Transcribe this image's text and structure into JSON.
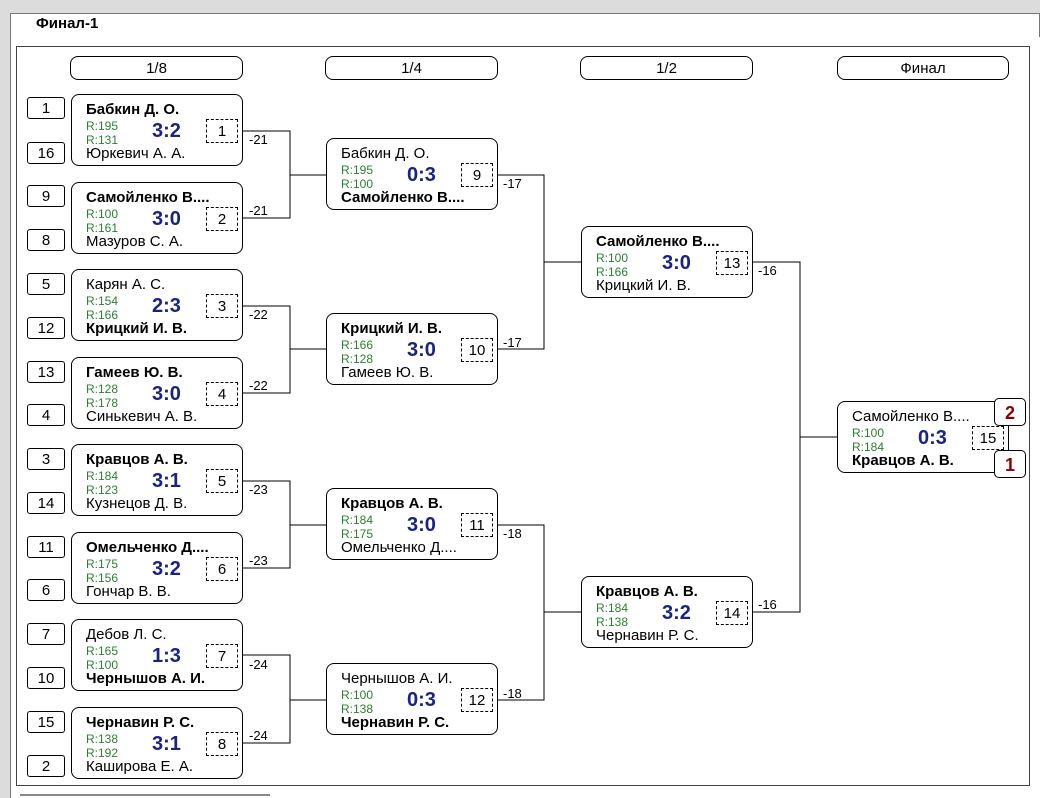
{
  "title": "Финал-1",
  "rounds": [
    "1/8",
    "1/4",
    "1/2",
    "Финал"
  ],
  "matches": [
    {
      "id": "m1",
      "p1": "Бабкин Д. О.",
      "p1_bold": true,
      "r1": "R:195",
      "r2": "R:131",
      "score": "3:2",
      "num": "1",
      "p2": "Юркевич А. А.",
      "p2_bold": false,
      "loss": "-21"
    },
    {
      "id": "m2",
      "p1": "Самойленко В....",
      "p1_bold": true,
      "r1": "R:100",
      "r2": "R:161",
      "score": "3:0",
      "num": "2",
      "p2": "Мазуров С. А.",
      "p2_bold": false,
      "loss": "-21"
    },
    {
      "id": "m3",
      "p1": "Карян А. С.",
      "p1_bold": false,
      "r1": "R:154",
      "r2": "R:166",
      "score": "2:3",
      "num": "3",
      "p2": "Крицкий И. В.",
      "p2_bold": true,
      "loss": "-22"
    },
    {
      "id": "m4",
      "p1": "Гамеев Ю. В.",
      "p1_bold": true,
      "r1": "R:128",
      "r2": "R:178",
      "score": "3:0",
      "num": "4",
      "p2": "Синькевич А. В.",
      "p2_bold": false,
      "loss": "-22"
    },
    {
      "id": "m5",
      "p1": "Кравцов А. В.",
      "p1_bold": true,
      "r1": "R:184",
      "r2": "R:123",
      "score": "3:1",
      "num": "5",
      "p2": "Кузнецов Д. В.",
      "p2_bold": false,
      "loss": "-23"
    },
    {
      "id": "m6",
      "p1": "Омельченко Д....",
      "p1_bold": true,
      "r1": "R:175",
      "r2": "R:156",
      "score": "3:2",
      "num": "6",
      "p2": "Гончар В. В.",
      "p2_bold": false,
      "loss": "-23"
    },
    {
      "id": "m7",
      "p1": "Дебов Л. С.",
      "p1_bold": false,
      "r1": "R:165",
      "r2": "R:100",
      "score": "1:3",
      "num": "7",
      "p2": "Чернышов А. И.",
      "p2_bold": true,
      "loss": "-24"
    },
    {
      "id": "m8",
      "p1": "Чернавин Р. С.",
      "p1_bold": true,
      "r1": "R:138",
      "r2": "R:192",
      "score": "3:1",
      "num": "8",
      "p2": "Каширова Е. А.",
      "p2_bold": false,
      "loss": "-24"
    },
    {
      "id": "m9",
      "p1": "Бабкин Д. О.",
      "p1_bold": false,
      "r1": "R:195",
      "r2": "R:100",
      "score": "0:3",
      "num": "9",
      "p2": "Самойленко В....",
      "p2_bold": true,
      "loss": "-17"
    },
    {
      "id": "m10",
      "p1": "Крицкий И. В.",
      "p1_bold": true,
      "r1": "R:166",
      "r2": "R:128",
      "score": "3:0",
      "num": "10",
      "p2": "Гамеев Ю. В.",
      "p2_bold": false,
      "loss": "-17"
    },
    {
      "id": "m11",
      "p1": "Кравцов А. В.",
      "p1_bold": true,
      "r1": "R:184",
      "r2": "R:175",
      "score": "3:0",
      "num": "11",
      "p2": "Омельченко Д....",
      "p2_bold": false,
      "loss": "-18"
    },
    {
      "id": "m12",
      "p1": "Чернышов А. И.",
      "p1_bold": false,
      "r1": "R:100",
      "r2": "R:138",
      "score": "0:3",
      "num": "12",
      "p2": "Чернавин Р. С.",
      "p2_bold": true,
      "loss": "-18"
    },
    {
      "id": "m13",
      "p1": "Самойленко В....",
      "p1_bold": true,
      "r1": "R:100",
      "r2": "R:166",
      "score": "3:0",
      "num": "13",
      "p2": "Крицкий И. В.",
      "p2_bold": false,
      "loss": "-16"
    },
    {
      "id": "m14",
      "p1": "Кравцов А. В.",
      "p1_bold": true,
      "r1": "R:184",
      "r2": "R:138",
      "score": "3:2",
      "num": "14",
      "p2": "Чернавин Р. С.",
      "p2_bold": false,
      "loss": "-16"
    },
    {
      "id": "m15",
      "p1": "Самойленко В....",
      "p1_bold": false,
      "r1": "R:100",
      "r2": "R:184",
      "score": "0:3",
      "num": "15",
      "p2": "Кравцов А. В.",
      "p2_bold": true,
      "loss": ""
    }
  ],
  "seeds": [
    "1",
    "16",
    "9",
    "8",
    "5",
    "12",
    "13",
    "4",
    "3",
    "14",
    "11",
    "6",
    "7",
    "10",
    "15",
    "2"
  ],
  "final_places": {
    "top": "2",
    "bottom": "1"
  }
}
